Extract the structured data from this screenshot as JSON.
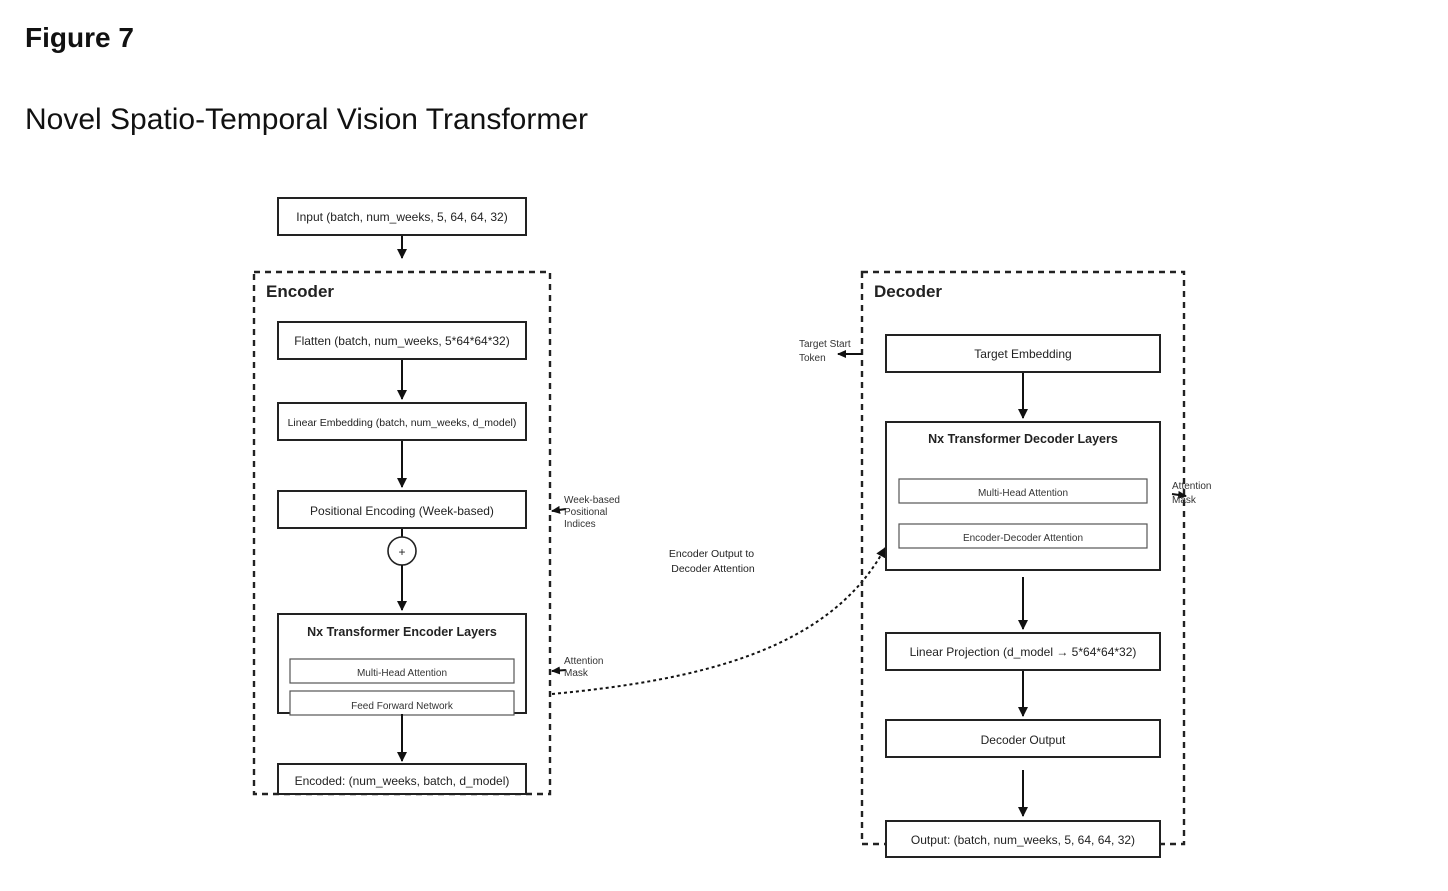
{
  "figure": {
    "label": "Figure 7",
    "title": "Novel Spatio-Temporal Vision Transformer"
  },
  "diagram": {
    "input": "Input (batch, num_weeks, 5, 64, 64, 32)",
    "encoder": {
      "title": "Encoder",
      "flatten": "Flatten (batch, num_weeks, 5*64*64*32)",
      "linear_embedding": "Linear Embedding (batch, num_weeks, d_model)",
      "positional_encoding": "Positional Encoding (Week-based)",
      "add_symbol": "+",
      "layers_title": "Nx Transformer Encoder Layers",
      "multi_head": "Multi-Head Attention",
      "ffn": "Feed Forward Network",
      "encoded": "Encoded: (num_weeks, batch, d_model)",
      "positional_note": [
        "Week-based",
        "Positional",
        "Indices"
      ],
      "attention_note": [
        "Attention",
        "Mask"
      ]
    },
    "connector_label": [
      "Encoder Output to",
      "Decoder Attention"
    ],
    "decoder": {
      "title": "Decoder",
      "start_token_note": [
        "Target Start",
        "Token"
      ],
      "target_embedding": "Target Embedding",
      "layers_title": "Nx Transformer Decoder Layers",
      "multi_head": "Multi-Head Attention",
      "cross_attention": "Encoder-Decoder Attention",
      "attention_note": [
        "Attention",
        "Mask"
      ],
      "linear_projection": "Linear Projection (d_model → 5*64*64*32)",
      "decoder_output": "Decoder Output",
      "output": "Output: (batch, num_weeks, 5, 64, 64, 32)"
    }
  }
}
